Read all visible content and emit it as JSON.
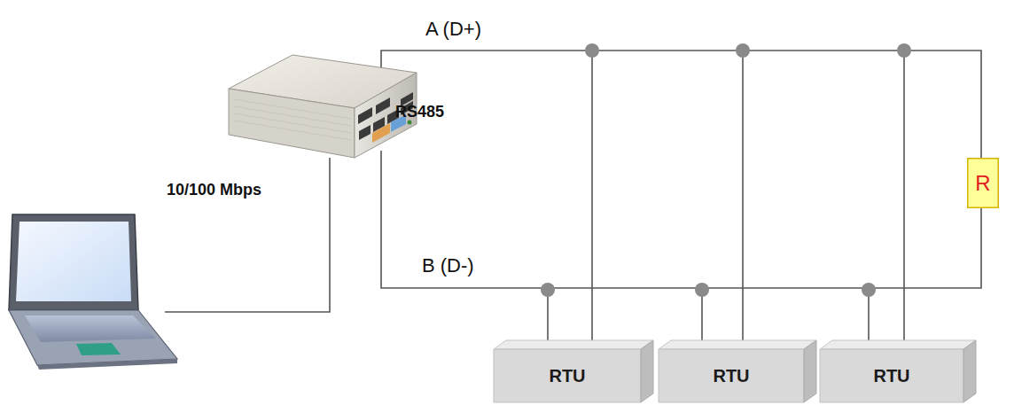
{
  "diagram": {
    "nodes": [
      {
        "text": [
          "R"
        ]
      },
      {
        "text": [
          "RTU"
        ]
      },
      {
        "text": [
          "RTU"
        ]
      },
      {
        "text": [
          "RTU"
        ]
      }
    ],
    "labels": [
      "A (D+)",
      "RS485",
      "10/100 Mbps",
      "B (D-)"
    ]
  }
}
